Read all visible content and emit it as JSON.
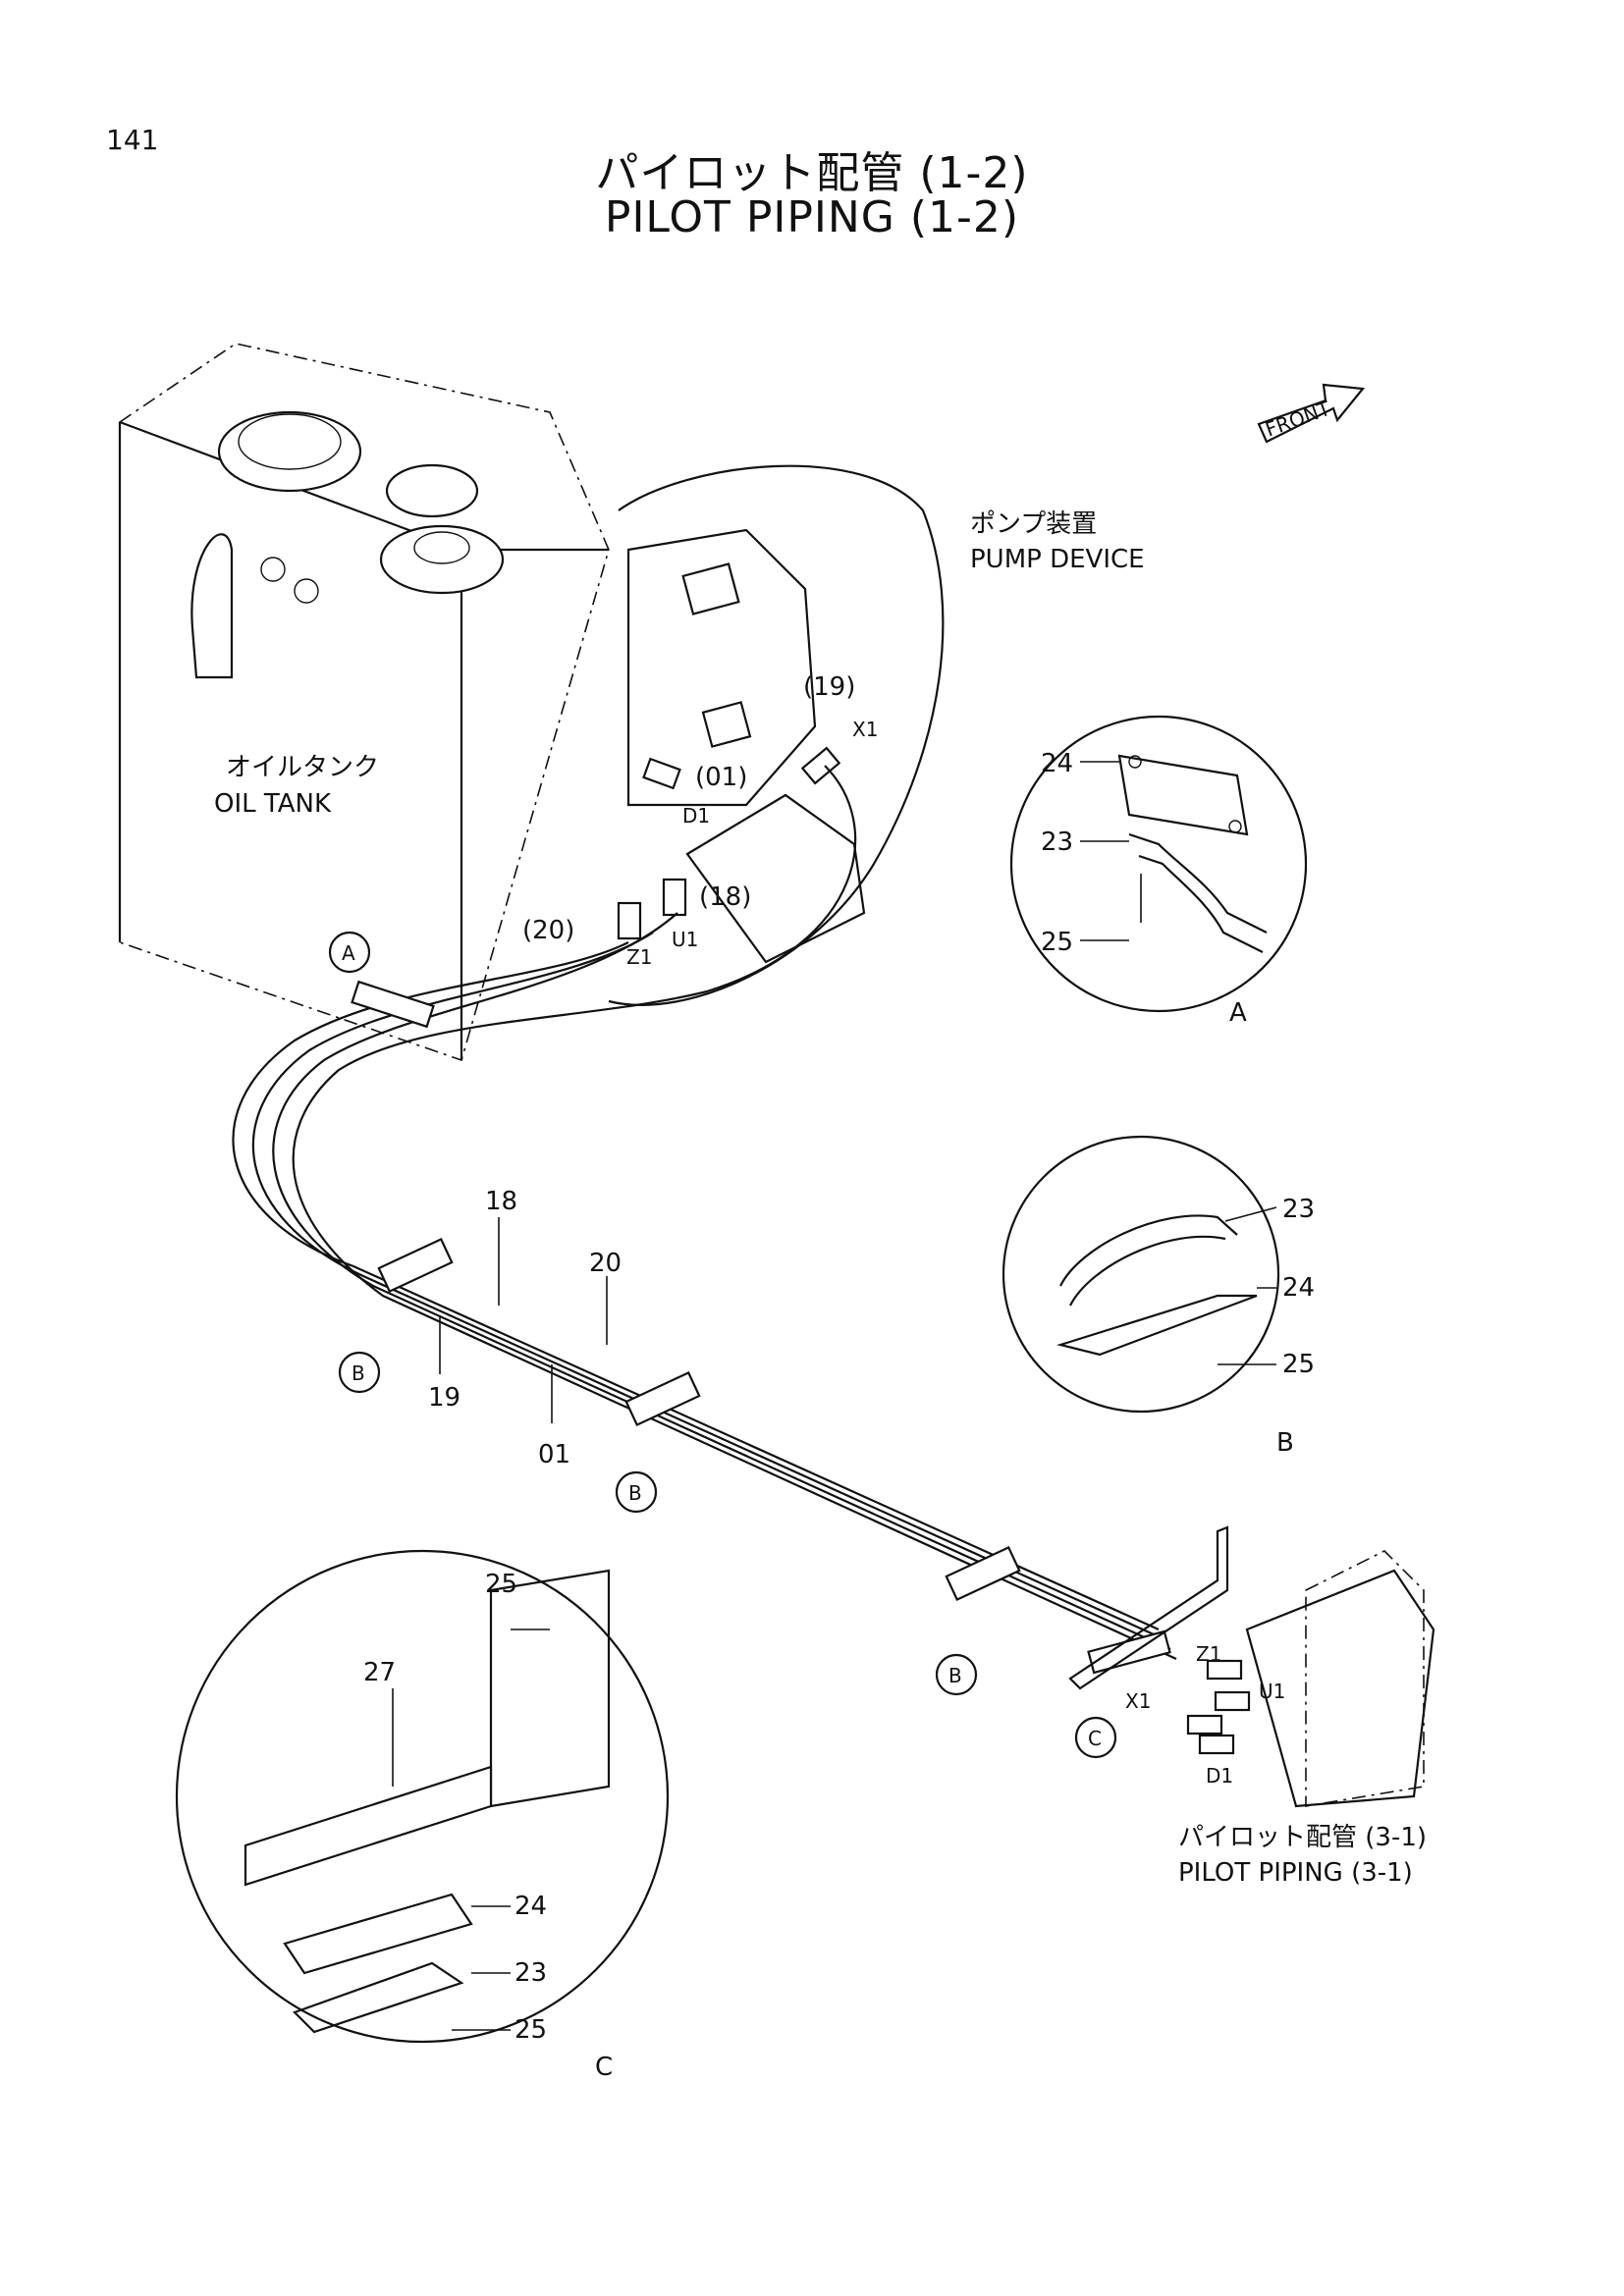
{
  "page_number": "141",
  "title_jp": "パイロット配管 (1-2)",
  "title_en": "PILOT PIPING (1-2)",
  "front_label": "FRONT",
  "oil_tank": {
    "jp": "オイルタンク",
    "en": "OIL TANK"
  },
  "pump_device": {
    "jp": "ポンプ装置",
    "en": "PUMP DEVICE"
  },
  "pilot_ref": {
    "jp": "パイロット配管 (3-1)",
    "en": "PILOT PIPING (3-1)"
  },
  "detail_refs": {
    "a": "A",
    "b": "B",
    "c": "C"
  },
  "ports": {
    "z1": "Z1",
    "u1": "U1",
    "x1": "X1",
    "d1": "D1"
  },
  "parts": {
    "p01": "01",
    "p18": "18",
    "p19": "19",
    "p20": "20",
    "p23": "23",
    "p24": "24",
    "p25": "25",
    "p27": "27",
    "p01_paren": "(01)",
    "p18_paren": "(18)",
    "p19_paren": "(19)",
    "p20_paren": "(20)"
  }
}
